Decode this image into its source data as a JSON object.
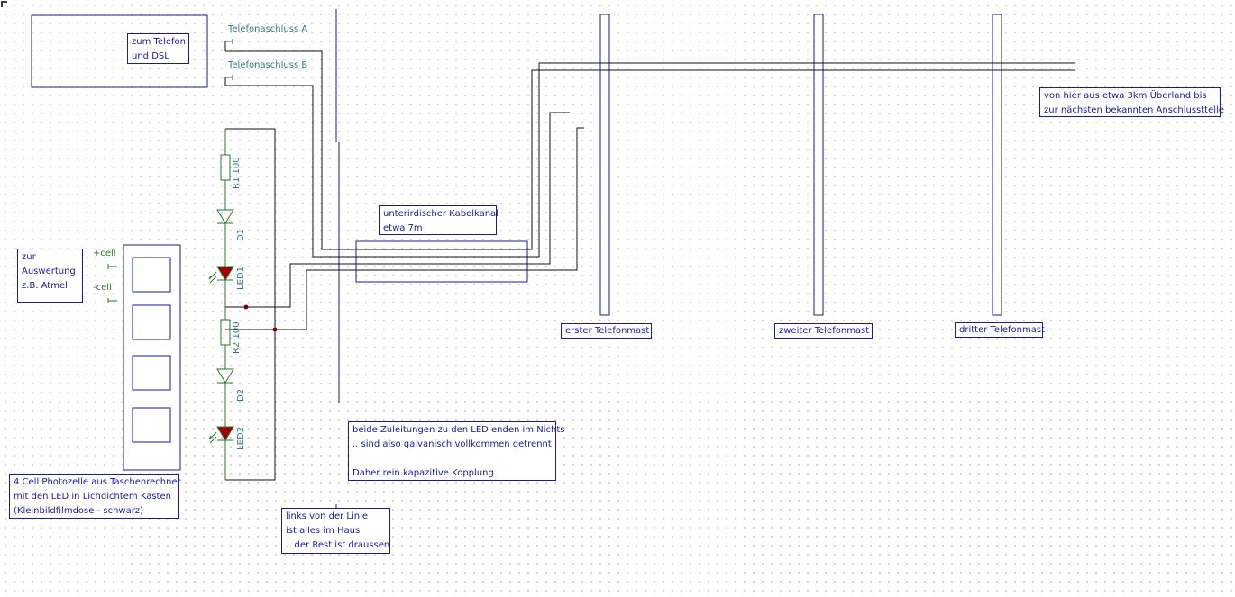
{
  "colors": {
    "wire": "#111111",
    "frame": "#1a1a9a",
    "component": "#2a7a2a",
    "led": "#a00000",
    "label": "#2e7a7a",
    "grid_dot": "#c8c8c8"
  },
  "notes": {
    "telefon_dsl": "zum Telefon\nund DSL",
    "auswertung": "zur\nAuswertung\nz.B. Atmel",
    "photozelle": "4 Cell Photozelle aus Taschenrechner\nmit den LED in Lichdichtem Kasten\n(Kleinbildfilmdose - schwarz)",
    "linie": "links von der Linie\nist alles im Haus\n.. der Rest ist draussen",
    "kabelkanal": "unterirdischer Kabelkanal\netwa 7m",
    "zuleitungen": "beide Zuleitungen zu den LED enden im Nichts\n.. sind also galvanisch vollkommen getrennt\n\nDaher rein kapazitive Kopplung",
    "ueberland": "von hier aus etwa 3km Überland bis\nzur nächsten bekannten Anschlussttelle",
    "mast1": "erster Telefonmast",
    "mast2": "zweiter Telefonmast",
    "mast3": "dritter Telefonmast"
  },
  "labels": {
    "telefon_a": "Telefonaschluss A",
    "telefon_b": "Telefonaschluss B",
    "plus_cell": "+cell",
    "minus_cell": "-cell",
    "r1": "R1 100",
    "d1": "D1",
    "led1": "LED1",
    "r2": "R2 100",
    "d2": "D2",
    "led2": "LED2"
  },
  "icons": {
    "connector": "terminal-icon",
    "resistor": "resistor-icon",
    "diode": "diode-icon",
    "led": "led-icon",
    "photocell": "photocell-icon"
  }
}
